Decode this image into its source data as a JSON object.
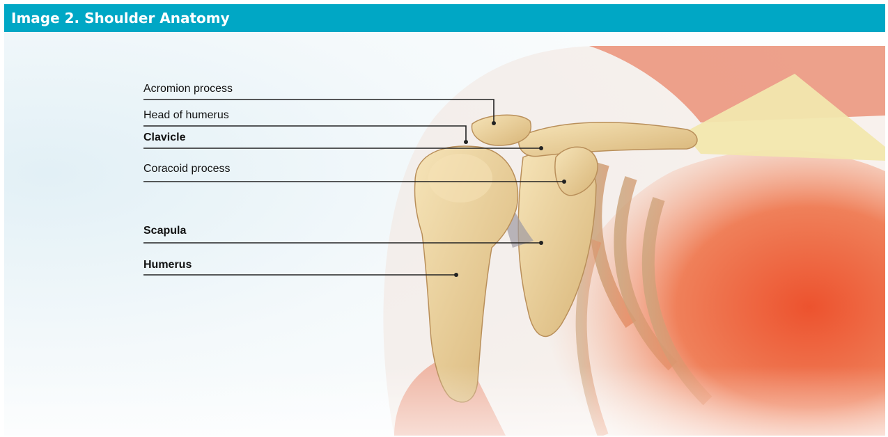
{
  "figure": {
    "title": "Image 2. Shoulder Anatomy",
    "colors": {
      "header": "#00a7c5",
      "bone": "#e9cf97",
      "muscle": "#e4572e",
      "leader_line": "#222222"
    }
  },
  "labels": [
    {
      "id": "acromion",
      "text": "Acromion process",
      "bold": false
    },
    {
      "id": "head",
      "text": "Head of humerus",
      "bold": false
    },
    {
      "id": "clavicle",
      "text": "Clavicle",
      "bold": true
    },
    {
      "id": "coracoid",
      "text": "Coracoid process",
      "bold": false
    },
    {
      "id": "scapula",
      "text": "Scapula",
      "bold": true
    },
    {
      "id": "humerus",
      "text": "Humerus",
      "bold": true
    }
  ]
}
